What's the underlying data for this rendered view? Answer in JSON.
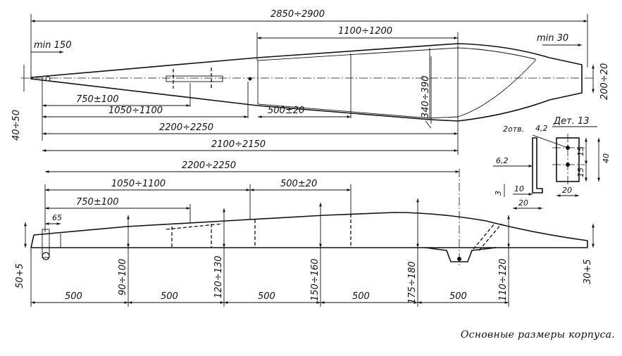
{
  "caption": "Основные размеры корпуса.",
  "plan_view": {
    "overall_length": "2850÷2900",
    "middle_section": "1100÷1200",
    "nose_min": "min 150",
    "tail_min": "min 30",
    "nose_width": "40÷50",
    "tail_width": "200÷20",
    "cross_width": "340÷390",
    "dim_750": "750±100",
    "dim_1050": "1050÷1100",
    "dim_500": "500±20",
    "dim_2200": "2200÷2250",
    "dim_2100": "2100÷2150"
  },
  "detail": {
    "title": "Дет. 13",
    "holes": "2отв.",
    "hole_dia": "4,2",
    "dim_6_2": "6,2",
    "dim_3": "3",
    "dim_10": "10",
    "dim_20a": "20",
    "dim_20b": "20",
    "dim_15a": "15",
    "dim_15b": "15",
    "dim_40": "40"
  },
  "side_view": {
    "dim_2200": "2200÷2250",
    "dim_1050": "1050÷1100",
    "dim_500": "500±20",
    "dim_750": "750±100",
    "dim_65": "65",
    "heights": [
      "50+5",
      "90÷100",
      "120÷130",
      "150÷160",
      "175÷180",
      "110÷120",
      "30+5"
    ],
    "stations": [
      "500",
      "500",
      "500",
      "500",
      "500"
    ]
  }
}
